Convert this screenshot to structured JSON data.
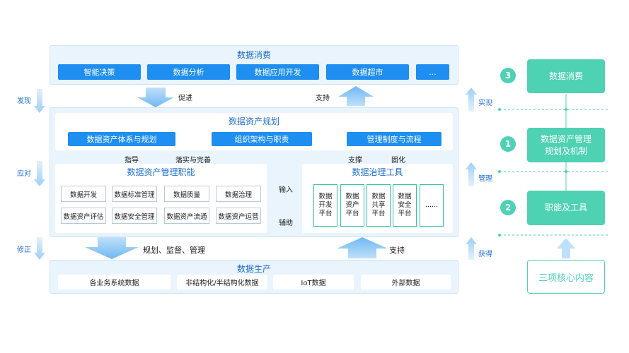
{
  "consumption": {
    "title": "数据消费",
    "items": [
      "智能决策",
      "数据分析",
      "数据应用开发",
      "数据超市",
      "..."
    ]
  },
  "arrows_top": {
    "left": "促进",
    "right": "支持"
  },
  "planning": {
    "title": "数据资产规划",
    "items": [
      "数据资产体系与规划",
      "组织架构与职责",
      "管理制度与流程"
    ]
  },
  "duty_links": {
    "guide": "指导",
    "implement": "落实与完善",
    "support": "支撑",
    "solidify": "固化"
  },
  "duty": {
    "title": "数据资产管理职能",
    "row1": [
      "数据开发",
      "数据标准管理",
      "数据质量",
      "数据治理"
    ],
    "row2": [
      "数据资产评估",
      "数据安全管理",
      "数据资产流通",
      "数据资产运营"
    ]
  },
  "middle": {
    "input": "输入",
    "assist": "辅助"
  },
  "tools": {
    "title": "数据治理工具",
    "platforms": [
      "数据\n开发\n平台",
      "数据\n资产\n平台",
      "数据\n共享\n平台",
      "数据\n安全\n平台",
      "......"
    ]
  },
  "arrows_bottom": {
    "left": "规划、监督、管理",
    "right": "支持"
  },
  "production": {
    "title": "数据生产",
    "items": [
      "各业务系统数据",
      "非结构化/半结构化数据",
      "IoT数据",
      "外部数据"
    ]
  },
  "left_labels": {
    "discover": "发现",
    "respond": "应对",
    "correct": "修正"
  },
  "right_labels": {
    "realize": "实现",
    "manage": "管理",
    "obtain": "获得"
  },
  "right_panel": {
    "consume": {
      "num": "3",
      "label": "数据消费"
    },
    "plan": {
      "num": "1",
      "label": "数据资产管理\n规划及机制"
    },
    "func": {
      "num": "2",
      "label": "职能及工具"
    },
    "core": "三项核心内容"
  },
  "colors": {
    "blue": "#1e8ef0",
    "panel": "#eaf4fd",
    "green": "#4fd1b3",
    "title": "#1f6fd0"
  }
}
